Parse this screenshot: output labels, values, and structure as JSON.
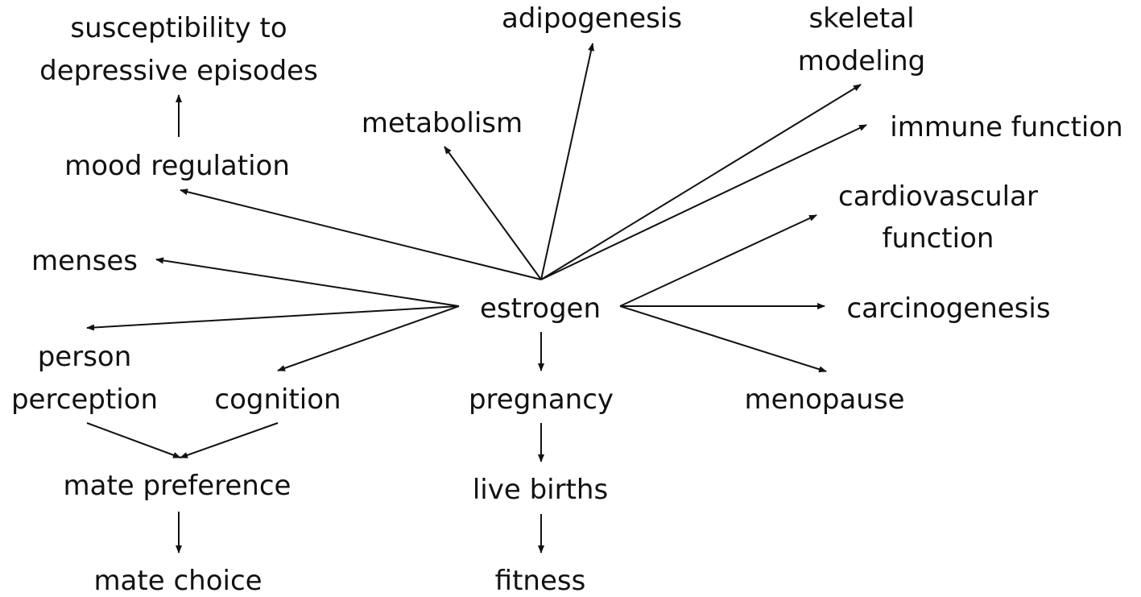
{
  "nodes": {
    "susceptibility": [
      "susceptibility to",
      "depressive episodes"
    ],
    "adipogenesis": [
      "adipogenesis"
    ],
    "skeletal": [
      "skeletal",
      "modeling"
    ],
    "metabolism": [
      "metabolism"
    ],
    "immune": [
      "immune function"
    ],
    "mood": [
      "mood regulation"
    ],
    "cardiovascular": [
      "cardiovascular",
      "function"
    ],
    "menses": [
      "menses"
    ],
    "estrogen": [
      "estrogen"
    ],
    "carcinogenesis": [
      "carcinogenesis"
    ],
    "person_perception": [
      "person",
      "perception"
    ],
    "cognition": [
      "cognition"
    ],
    "pregnancy": [
      "pregnancy"
    ],
    "menopause": [
      "menopause"
    ],
    "mate_preference": [
      "mate preference"
    ],
    "live_births": [
      "live births"
    ],
    "mate_choice": [
      "mate choice"
    ],
    "fitness": [
      "fitness"
    ]
  },
  "edges": [
    {
      "from": "estrogen",
      "to": "mood"
    },
    {
      "from": "estrogen",
      "to": "metabolism"
    },
    {
      "from": "estrogen",
      "to": "adipogenesis"
    },
    {
      "from": "estrogen",
      "to": "skeletal"
    },
    {
      "from": "estrogen",
      "to": "immune"
    },
    {
      "from": "estrogen",
      "to": "menses"
    },
    {
      "from": "estrogen",
      "to": "person_perception"
    },
    {
      "from": "estrogen",
      "to": "cognition"
    },
    {
      "from": "estrogen",
      "to": "cardiovascular"
    },
    {
      "from": "estrogen",
      "to": "carcinogenesis"
    },
    {
      "from": "estrogen",
      "to": "menopause"
    },
    {
      "from": "estrogen",
      "to": "pregnancy"
    },
    {
      "from": "mood",
      "to": "susceptibility"
    },
    {
      "from": "person_perception",
      "to": "mate_preference"
    },
    {
      "from": "cognition",
      "to": "mate_preference"
    },
    {
      "from": "mate_preference",
      "to": "mate_choice"
    },
    {
      "from": "pregnancy",
      "to": "live_births"
    },
    {
      "from": "live_births",
      "to": "fitness"
    }
  ]
}
